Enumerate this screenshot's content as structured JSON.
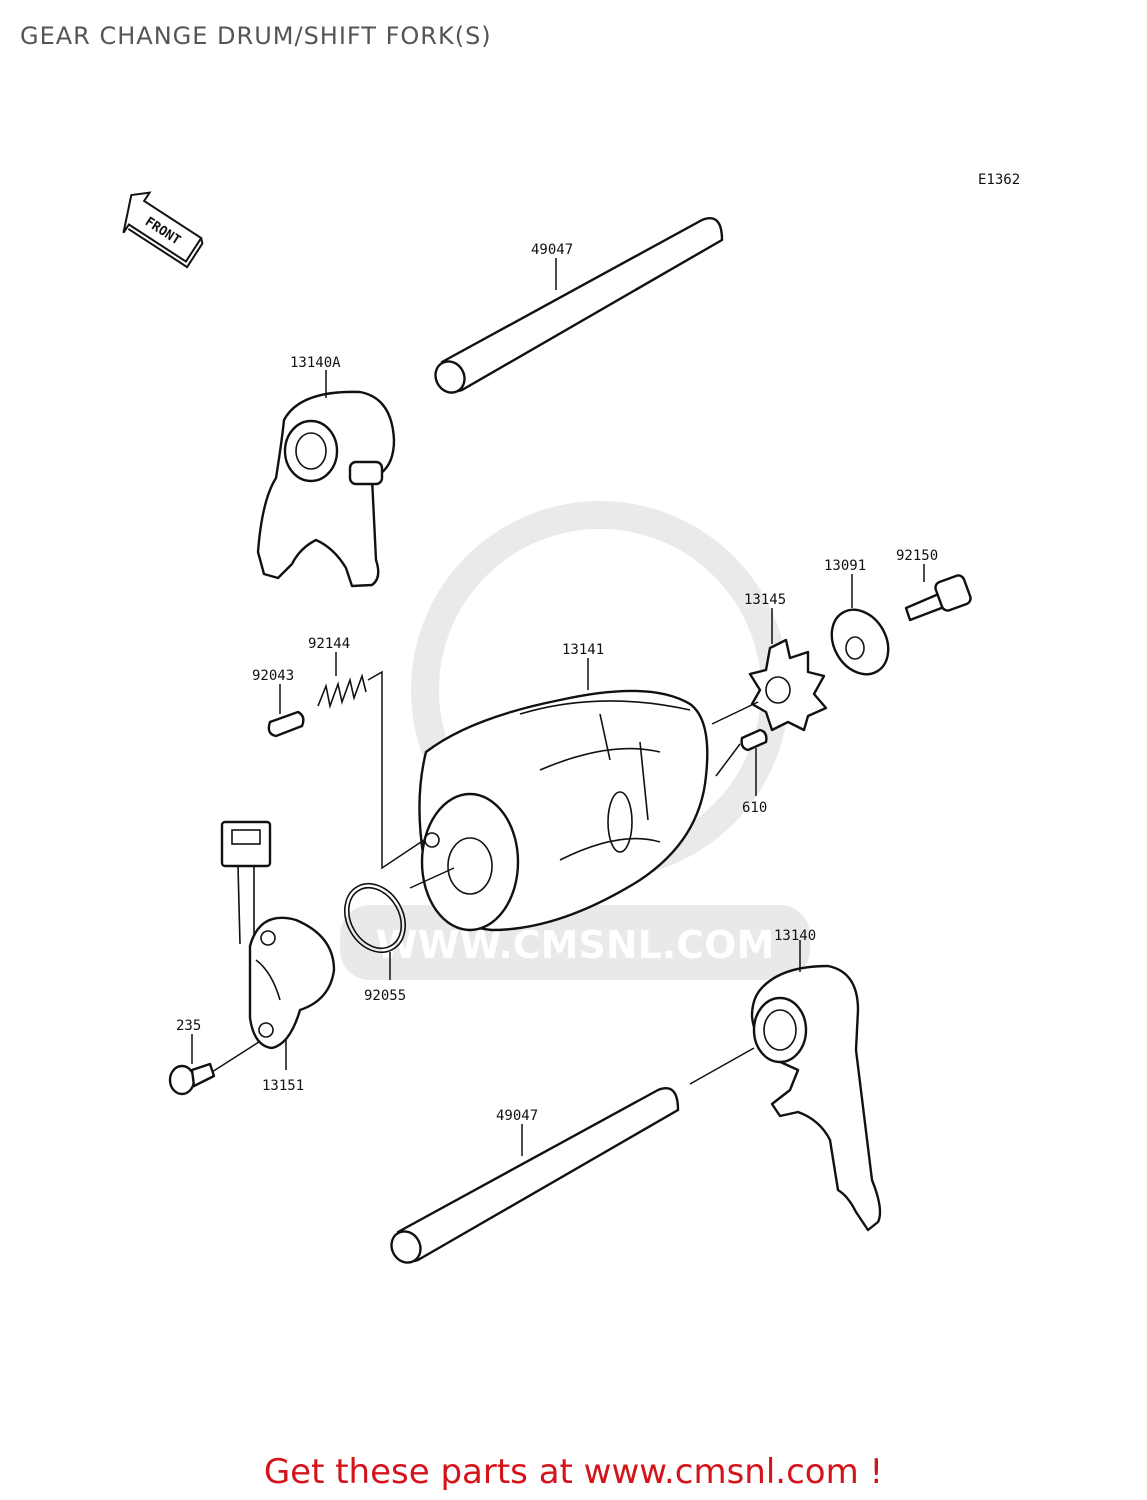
{
  "title": "GEAR CHANGE DRUM/SHIFT FORK(S)",
  "figure_code": "E1362",
  "front_sign": "FRONT",
  "watermark": {
    "text": "WWW.CMSNL.COM",
    "color": "#d8d8d8"
  },
  "cta": {
    "text": "Get these parts at www.cmsnl.com !",
    "color": "#d4141b"
  },
  "parts": [
    {
      "id": "shaft_top",
      "label": "49047"
    },
    {
      "id": "fork_a",
      "label": "13140A"
    },
    {
      "id": "bolt_92150",
      "label": "92150"
    },
    {
      "id": "washer_13091",
      "label": "13091"
    },
    {
      "id": "star_13145",
      "label": "13145"
    },
    {
      "id": "drum_13141",
      "label": "13141"
    },
    {
      "id": "spring_92144",
      "label": "92144"
    },
    {
      "id": "pin_92043",
      "label": "92043"
    },
    {
      "id": "pin_610",
      "label": "610"
    },
    {
      "id": "fork_b",
      "label": "13140"
    },
    {
      "id": "oring_92055",
      "label": "92055"
    },
    {
      "id": "screw_235",
      "label": "235"
    },
    {
      "id": "switch_13151",
      "label": "13151"
    },
    {
      "id": "shaft_bottom",
      "label": "49047"
    }
  ]
}
